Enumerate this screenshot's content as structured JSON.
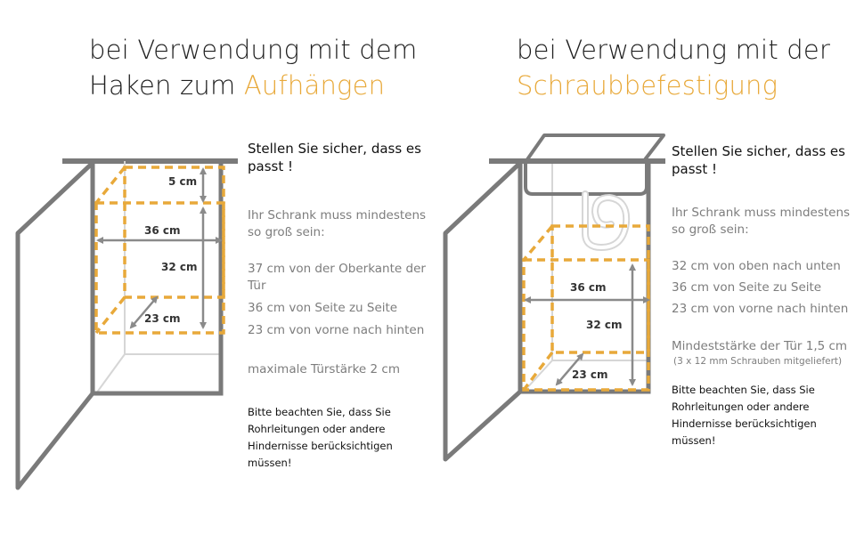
{
  "left": {
    "title_line1": "bei Verwendung mit dem",
    "title_line2_plain": "Haken zum ",
    "title_line2_accent": "Aufhängen",
    "heading": "Stellen Sie sicher, dass es passt !",
    "intro": "Ihr Schrank muss mindestens so groß sein:",
    "requirements": [
      "37 cm von der Oberkante der Tür",
      "36 cm von Seite zu Seite",
      "23 cm von vorne nach hinten"
    ],
    "door_thickness": "maximale Türstärke 2 cm",
    "note": "Bitte beachten Sie, dass Sie Rohrleitungen oder andere Hindernisse berücksichtigen müssen!",
    "dims": {
      "top": "5 cm",
      "width": "36 cm",
      "height": "32 cm",
      "depth": "23 cm"
    }
  },
  "right": {
    "title_line1": "bei Verwendung mit der",
    "title_line2_accent": "Schraubbefestigung",
    "heading": "Stellen Sie sicher, dass es passt !",
    "intro": "Ihr Schrank muss mindestens so groß sein:",
    "requirements": [
      "32 cm von oben nach unten",
      "36 cm von Seite zu Seite",
      "23 cm von vorne nach hinten"
    ],
    "door_thickness": "Mindeststärke der Tür 1,5 cm",
    "screws": "(3 x 12 mm Schrauben mitgeliefert)",
    "note": "Bitte beachten Sie, dass Sie Rohrleitungen oder andere Hindernisse berücksichtigen müssen!",
    "dims": {
      "width": "36 cm",
      "height": "32 cm",
      "depth": "23 cm"
    }
  },
  "colors": {
    "accent": "#e8a93a",
    "cabinet": "#7a7a7a",
    "arrow": "#8a8a8a",
    "text_grey": "#7d7d7d"
  }
}
